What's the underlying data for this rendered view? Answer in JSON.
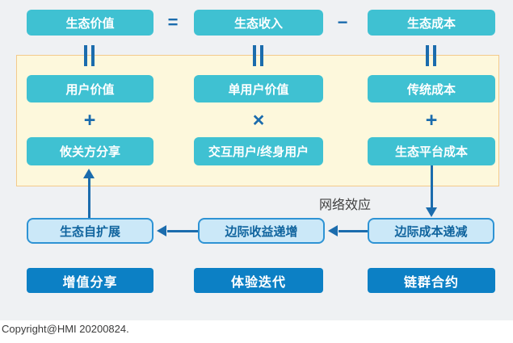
{
  "colors": {
    "teal_box": "#3fc1d2",
    "flow_box_fill": "#cbe8f8",
    "flow_box_border": "#2e93d4",
    "mechanism_box": "#0c80c5",
    "accent_blue": "#1b6cad",
    "panel_fill": "#fdf8dc",
    "panel_border": "#f3ca8b",
    "canvas_background": "#eff1f3"
  },
  "equation": {
    "value": "生态价值",
    "equals": "=",
    "income": "生态收入",
    "minus": "−",
    "cost": "生态成本"
  },
  "columns": [
    {
      "top": "用户价值",
      "operator": "+",
      "bottom": "攸关方分享",
      "flow": "生态自扩展",
      "mechanism": "增值分享"
    },
    {
      "top": "单用户价值",
      "operator": "×",
      "bottom": "交互用户/终身用户",
      "flow": "边际收益递增",
      "mechanism": "体验迭代"
    },
    {
      "top": "传统成本",
      "operator": "+",
      "bottom": "生态平台成本",
      "flow": "边际成本递减",
      "mechanism": "链群合约"
    }
  ],
  "labels": {
    "network_effect": "网络效应"
  },
  "footer": {
    "copyright": "Copyright@HMI 20200824."
  }
}
